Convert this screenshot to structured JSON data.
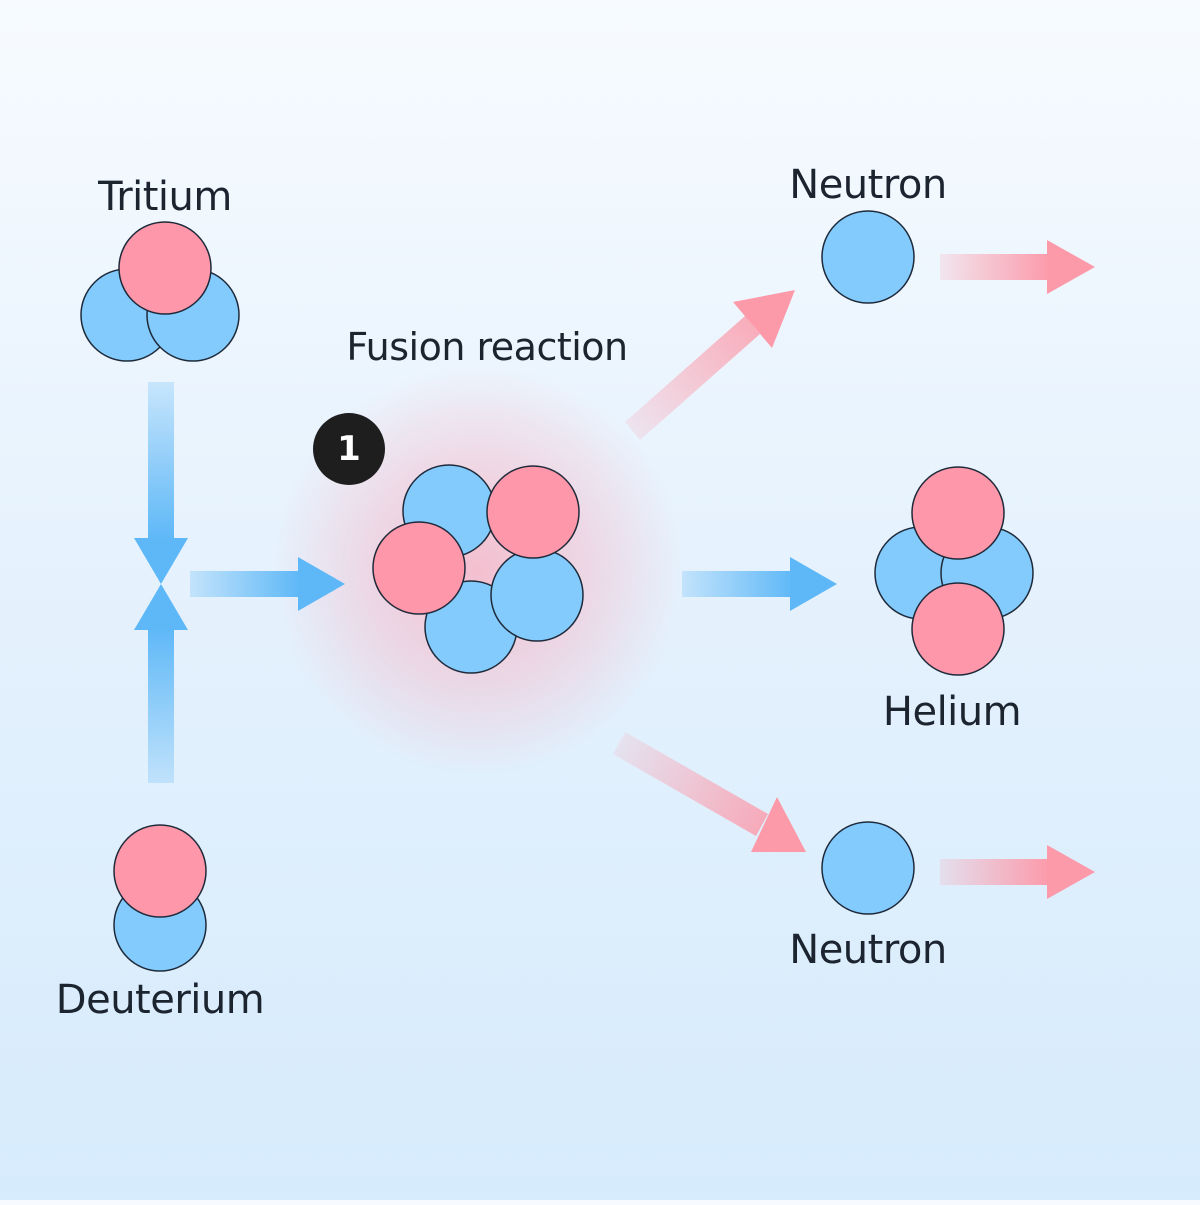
{
  "labels": {
    "fusion": "Fusion reaction",
    "tritium": "Tritium",
    "deuterium": "Deuterium",
    "neutron_top": "Neutron",
    "helium": "Helium",
    "neutron_bottom": "Neutron"
  },
  "step_badge": "1",
  "colors": {
    "proton": "#fe97a9",
    "neutron": "#84cbfd",
    "outline": "#1e2a3a",
    "arrow_blue": "#5eb8f7",
    "arrow_pink": "#fc9aaa",
    "glow": "#ff96aa",
    "badge": "#1e1e1e"
  }
}
